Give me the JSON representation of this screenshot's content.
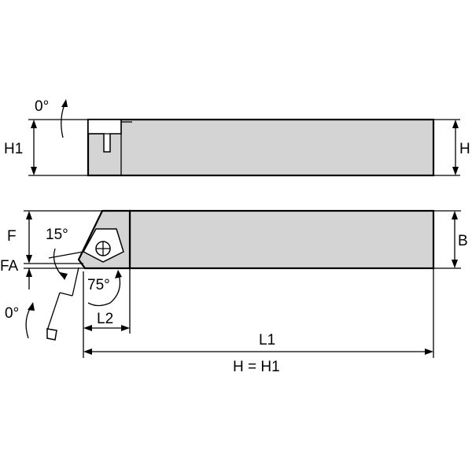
{
  "labels": {
    "angle_top": "0°",
    "h1": "H1",
    "h": "H",
    "f": "F",
    "angle_15": "15°",
    "fa": "FA",
    "angle_75": "75°",
    "b": "B",
    "angle_bottom": "0°",
    "l2": "L2",
    "l1": "L1",
    "equation": "H = H1"
  },
  "colors": {
    "body_fill": "#d4d4d4",
    "line": "#000000"
  }
}
